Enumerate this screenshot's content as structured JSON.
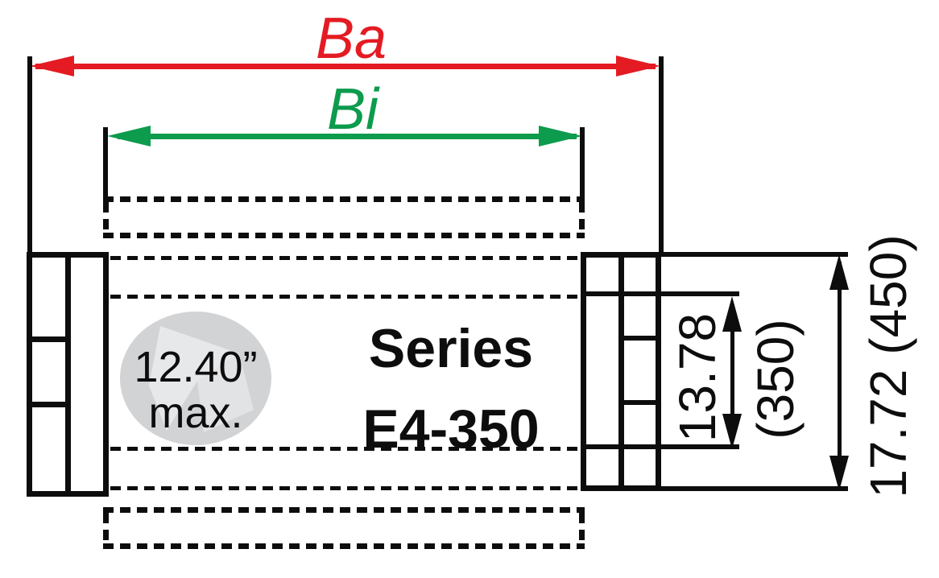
{
  "drawing": {
    "outer_width_label": "Ba",
    "inner_width_label": "Bi",
    "note_line1": "12.40”",
    "note_line2": "max.",
    "series_line1": "Series",
    "series_line2": "E4-350",
    "inner_height_inch": "13.78",
    "inner_height_mm": "(350)",
    "outer_height_value": "17.72 (450)"
  },
  "colors": {
    "red": "#e41b23",
    "green": "#0d9b4d",
    "ink": "#0d0d0d",
    "circle": "#d2d3d5",
    "mark": "#e7e8ea",
    "bg": "#ffffff"
  }
}
